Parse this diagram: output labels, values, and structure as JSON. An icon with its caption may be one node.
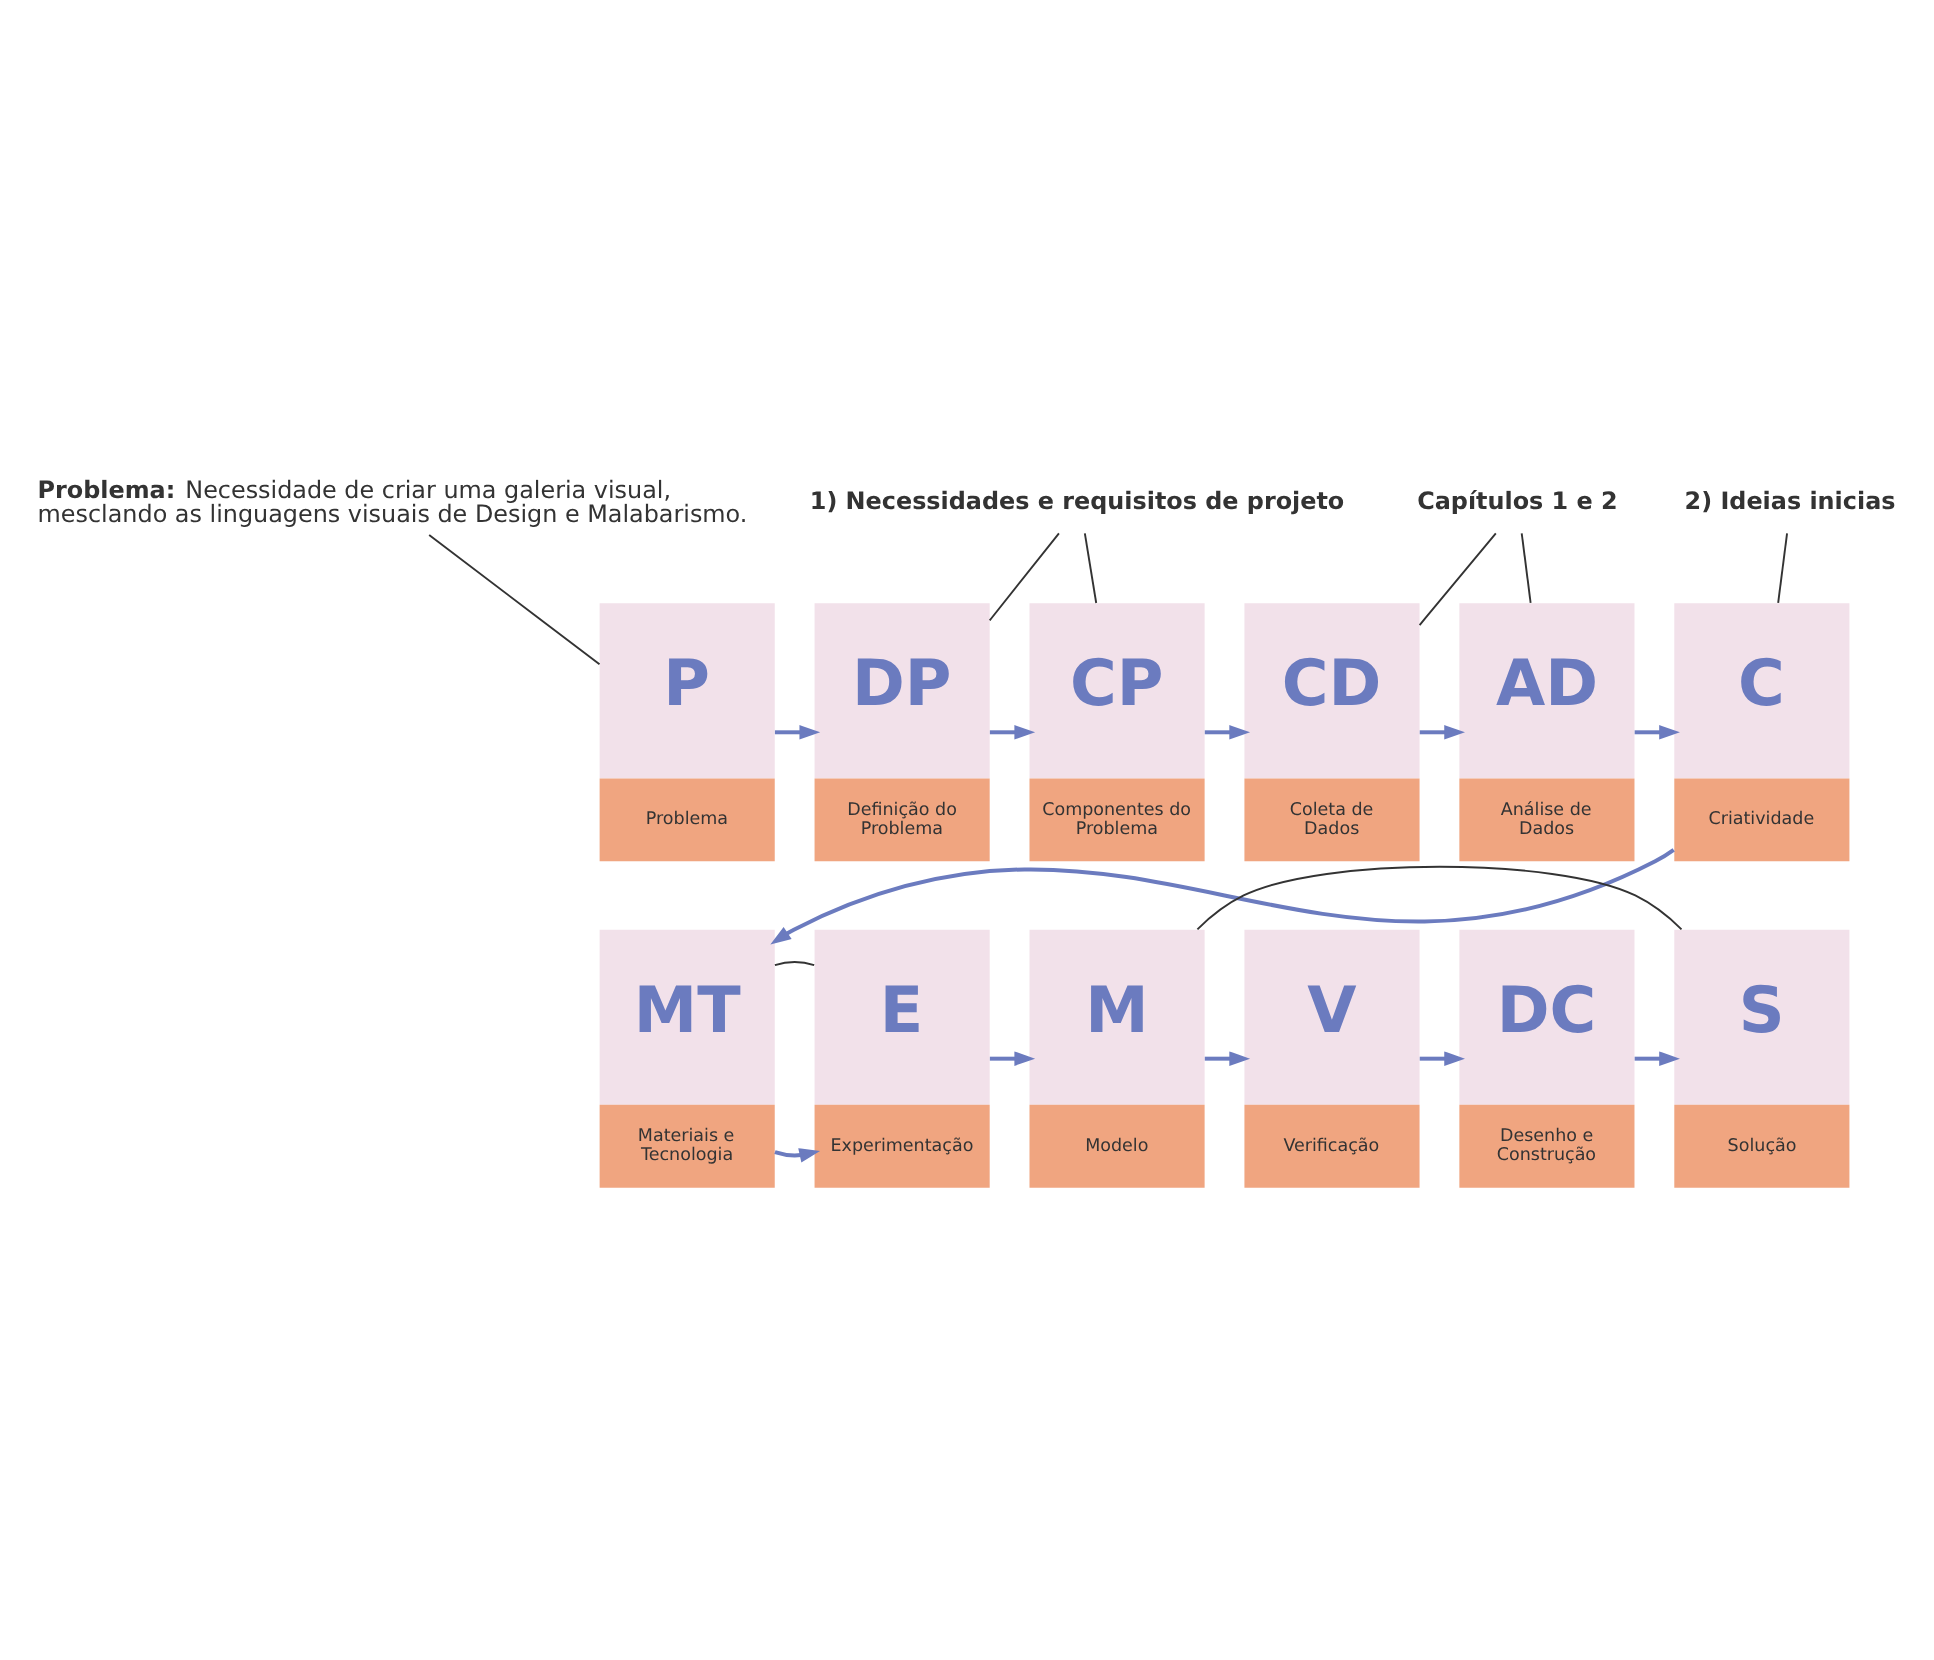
{
  "diagram": {
    "nodes": [
      {
        "text": [
          "**Problema:** Necessidade de criar uma galeria visual, mesclando as linguagens visuais de Design e Malabarismo."
        ]
      },
      {
        "text": [
          "1) Necessidades e requisitos de projeto"
        ]
      },
      {
        "text": [
          "Capítulos 1 e 2"
        ]
      },
      {
        "text": [
          "2) Ideias inicias"
        ]
      },
      {
        "text": [
          "P",
          "Problema"
        ]
      },
      {
        "text": [
          "DP",
          "Definição do Problema"
        ]
      },
      {
        "text": [
          "CP",
          "Componentes do Problema"
        ]
      },
      {
        "text": [
          "CD",
          "Coleta de Dados"
        ]
      },
      {
        "text": [
          "AD",
          "Análise de Dados"
        ]
      },
      {
        "text": [
          "C",
          "Criatividade"
        ]
      },
      {
        "text": [
          "MT",
          "Materiais e Tecnologia"
        ]
      },
      {
        "text": [
          "E",
          "Experimentação"
        ]
      },
      {
        "text": [
          "M",
          "Modelo"
        ]
      },
      {
        "text": [
          "V",
          "Verificação"
        ]
      },
      {
        "text": [
          "DC",
          "Desenho e Construção"
        ]
      },
      {
        "text": [
          "S",
          "Solução"
        ]
      }
    ],
    "edges": [
      {
        "from": 0,
        "to": 4,
        "arrow": "none",
        "color": "#333333"
      },
      {
        "from": 1,
        "to": 5,
        "arrow": "none",
        "color": "#333333"
      },
      {
        "from": 1,
        "to": 6,
        "arrow": "none",
        "color": "#333333"
      },
      {
        "from": 2,
        "to": 7,
        "arrow": "none",
        "color": "#333333"
      },
      {
        "from": 2,
        "to": 8,
        "arrow": "none",
        "color": "#333333"
      },
      {
        "from": 3,
        "to": 9,
        "arrow": "none",
        "color": "#333333"
      },
      {
        "from": 4,
        "to": 5,
        "arrow": "to"
      },
      {
        "from": 5,
        "to": 6,
        "arrow": "to"
      },
      {
        "from": 6,
        "to": 7,
        "arrow": "to"
      },
      {
        "from": 7,
        "to": 8,
        "arrow": "to"
      },
      {
        "from": 8,
        "to": 9,
        "arrow": "to"
      },
      {
        "from": 9,
        "to": 10,
        "arrow": "to"
      },
      {
        "from": 10,
        "to": 11,
        "arrow": "to"
      },
      {
        "from": 11,
        "to": 12,
        "arrow": "to"
      },
      {
        "from": 12,
        "to": 13,
        "arrow": "to"
      },
      {
        "from": 13,
        "to": 14,
        "arrow": "to"
      },
      {
        "from": 14,
        "to": 15,
        "arrow": "to"
      },
      {
        "from": 10,
        "to": 11,
        "arrow": "none",
        "color": "#333333"
      },
      {
        "from": 12,
        "to": 15,
        "arrow": "none",
        "color": "#333333"
      }
    ]
  }
}
